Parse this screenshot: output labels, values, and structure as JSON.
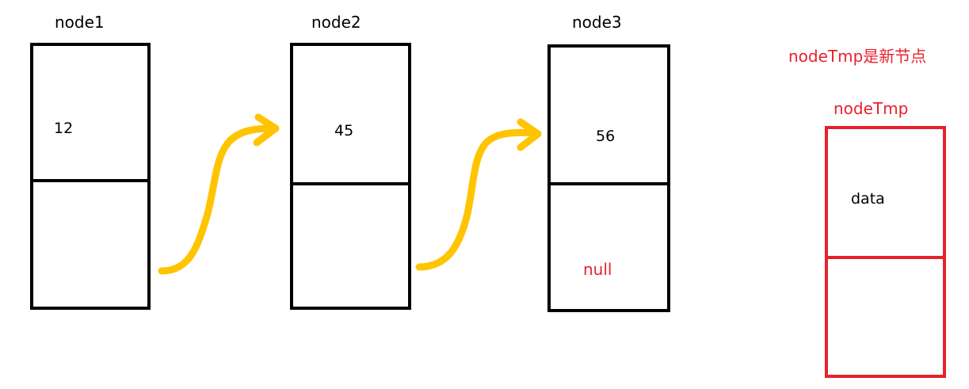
{
  "colors": {
    "outline": "#000000",
    "accent": "#e8212c",
    "arrow": "#ffc400"
  },
  "nodes": [
    {
      "name": "node1",
      "value": "12",
      "next": ""
    },
    {
      "name": "node2",
      "value": "45",
      "next": ""
    },
    {
      "name": "node3",
      "value": "56",
      "next": "null"
    }
  ],
  "new_node": {
    "caption": "nodeTmp是新节点",
    "name": "nodeTmp",
    "value": "data"
  }
}
